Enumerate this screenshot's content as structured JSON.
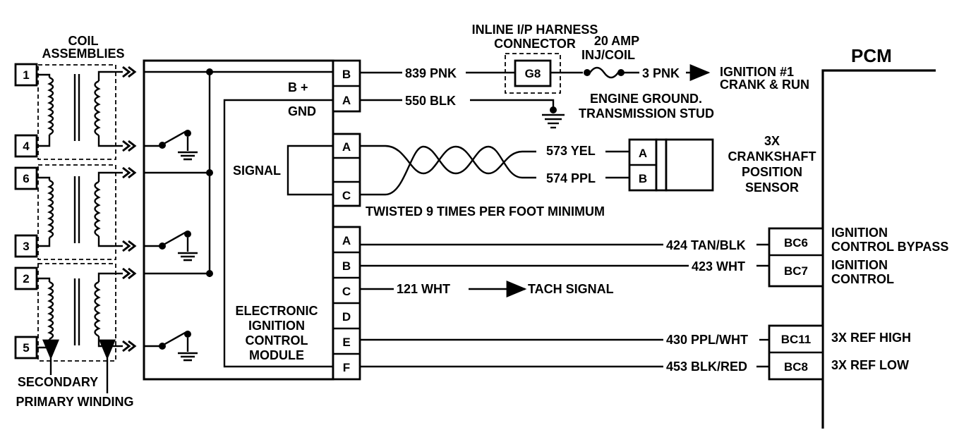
{
  "coil": {
    "title_line1": "COIL",
    "title_line2": "ASSEMBLIES",
    "terminals": [
      "1",
      "4",
      "6",
      "3",
      "2",
      "5"
    ],
    "secondary_label": "SECONDARY",
    "primary_label": "PRIMARY WINDING"
  },
  "module": {
    "title_lines": [
      "ELECTRONIC",
      "IGNITION",
      "CONTROL",
      "MODULE"
    ],
    "bplus": "B +",
    "gnd": "GND",
    "signal": "SIGNAL",
    "pins_power": [
      "B",
      "A"
    ],
    "pins_sensor": [
      "A",
      "",
      "C"
    ],
    "pins_pcm": [
      "A",
      "B",
      "C",
      "D",
      "E",
      "F"
    ]
  },
  "power": {
    "wire_b": "839 PNK",
    "wire_a": "550  BLK",
    "harness_line1": "INLINE I/P HARNESS",
    "harness_line2": "CONNECTOR",
    "connector_id": "G8",
    "fuse_line1": "20 AMP",
    "fuse_line2": "INJ/COIL",
    "fuse_out_wire": "3 PNK",
    "ign_line1": "IGNITION #1",
    "ign_line2": "CRANK & RUN",
    "ground_line1": "ENGINE GROUND.",
    "ground_line2": "TRANSMISSION STUD"
  },
  "sensor": {
    "wire_a": "573 YEL",
    "wire_b": "574 PPL",
    "pin_a": "A",
    "pin_b": "B",
    "name_line1": "3X",
    "name_line2": "CRANKSHAFT",
    "name_line3": "POSITION",
    "name_line4": "SENSOR",
    "twisted_note": "TWISTED 9 TIMES PER FOOT MINIMUM"
  },
  "pcm": {
    "title": "PCM",
    "wire_a": "424 TAN/BLK",
    "wire_b": "423 WHT",
    "wire_c": "121 WHT",
    "tach": "TACH SIGNAL",
    "wire_e": "430 PPL/WHT",
    "wire_f": "453 BLK/RED",
    "pins": [
      "BC6",
      "BC7",
      "BC11",
      "BC8"
    ],
    "desc_bc6_line1": "IGNITION",
    "desc_bc6_line2": "CONTROL BYPASS",
    "desc_bc7_line1": "IGNITION",
    "desc_bc7_line2": "CONTROL",
    "desc_bc11": "3X REF HIGH",
    "desc_bc8": "3X REF LOW"
  }
}
